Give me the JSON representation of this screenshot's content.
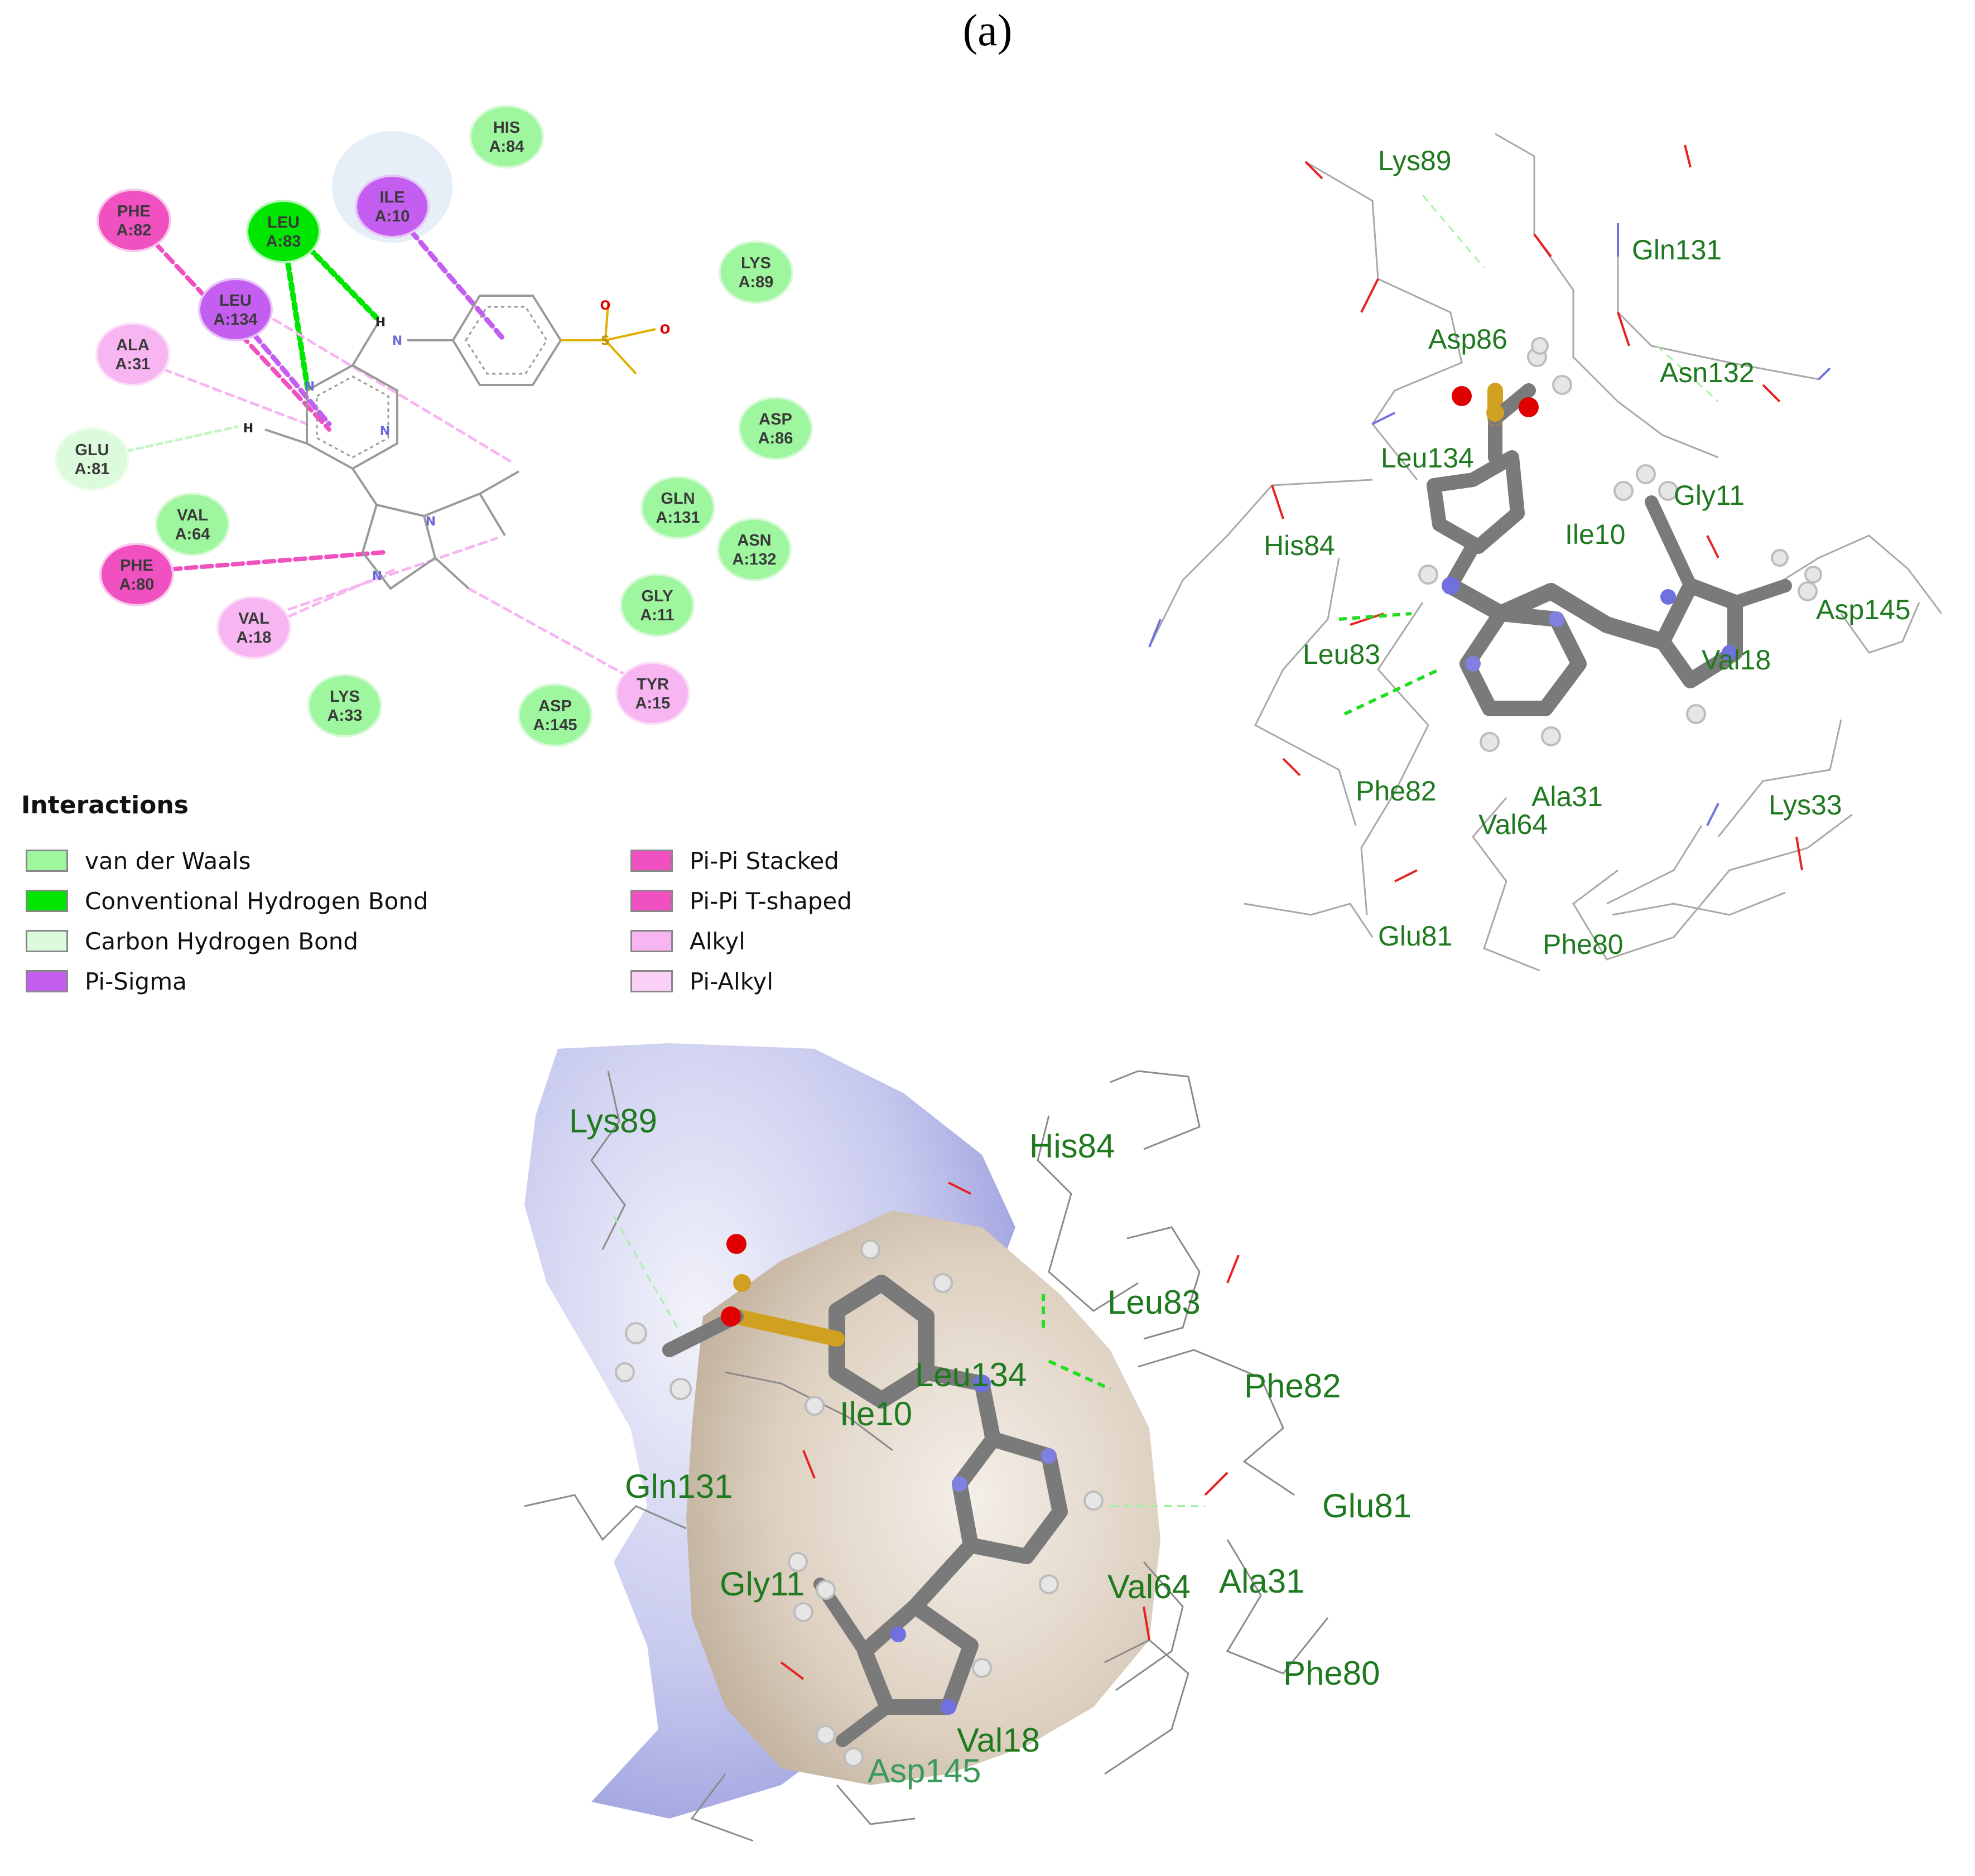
{
  "figure_label": "(a)",
  "residues_2d": [
    {
      "name": "HIS",
      "pos": "A:84",
      "kind": "vdw"
    },
    {
      "name": "PHE",
      "pos": "A:82",
      "kind": "pipi"
    },
    {
      "name": "LEU",
      "pos": "A:83",
      "kind": "hbond"
    },
    {
      "name": "ILE",
      "pos": "A:10",
      "kind": "pisigma"
    },
    {
      "name": "LYS",
      "pos": "A:89",
      "kind": "vdw"
    },
    {
      "name": "LEU",
      "pos": "A:134",
      "kind": "pisigma"
    },
    {
      "name": "ALA",
      "pos": "A:31",
      "kind": "alkyl"
    },
    {
      "name": "ASP",
      "pos": "A:86",
      "kind": "vdw"
    },
    {
      "name": "GLU",
      "pos": "A:81",
      "kind": "chbond"
    },
    {
      "name": "VAL",
      "pos": "A:64",
      "kind": "vdw"
    },
    {
      "name": "GLN",
      "pos": "A:131",
      "kind": "vdw"
    },
    {
      "name": "ASN",
      "pos": "A:132",
      "kind": "vdw"
    },
    {
      "name": "PHE",
      "pos": "A:80",
      "kind": "pipi"
    },
    {
      "name": "VAL",
      "pos": "A:18",
      "kind": "alkyl"
    },
    {
      "name": "GLY",
      "pos": "A:11",
      "kind": "vdw"
    },
    {
      "name": "TYR",
      "pos": "A:15",
      "kind": "alkyl"
    },
    {
      "name": "LYS",
      "pos": "A:33",
      "kind": "vdw"
    },
    {
      "name": "ASP",
      "pos": "A:145",
      "kind": "vdw"
    }
  ],
  "atoms_2d": {
    "h1": "H",
    "h2": "H",
    "n_link": "N",
    "n1": "N",
    "n2": "N",
    "n3": "N",
    "n4": "N",
    "o1": "O",
    "o2": "O",
    "s1": "S"
  },
  "legend": {
    "title": "Interactions",
    "items": [
      {
        "label": "van der Waals",
        "color": "#9ef79e"
      },
      {
        "label": "Conventional Hydrogen Bond",
        "color": "#00e600"
      },
      {
        "label": "Carbon Hydrogen Bond",
        "color": "#dcfadc"
      },
      {
        "label": "Pi-Sigma",
        "color": "#c45ef0"
      },
      {
        "label": "Pi-Pi Stacked",
        "color": "#f050c0"
      },
      {
        "label": "Pi-Pi T-shaped",
        "color": "#f050c0"
      },
      {
        "label": "Alkyl",
        "color": "#f7b6f2"
      },
      {
        "label": "Pi-Alkyl",
        "color": "#fbd0f7"
      }
    ]
  },
  "labels_3d_top": [
    "Lys89",
    "Gln131",
    "Asp86",
    "Asn132",
    "Leu134",
    "Gly11",
    "His84",
    "Ile10",
    "Asp145",
    "Leu83",
    "Val18",
    "Phe82",
    "Ala31",
    "Lys33",
    "Val64",
    "Glu81",
    "Phe80"
  ],
  "labels_3d_bottom": [
    "Lys89",
    "His84",
    "Leu83",
    "Phe82",
    "Leu134",
    "Ile10",
    "Gln131",
    "Glu81",
    "Gly11",
    "Val64",
    "Ala31",
    "Phe80",
    "Val18",
    "Asp145"
  ],
  "colors": {
    "vdw": "#9ef79e",
    "hbond": "#00e600",
    "chbond": "#dcfadc",
    "pisigma": "#c45ef0",
    "pipi": "#f050c0",
    "alkyl": "#f7b6f2",
    "label_green": "#1f7a1f"
  }
}
